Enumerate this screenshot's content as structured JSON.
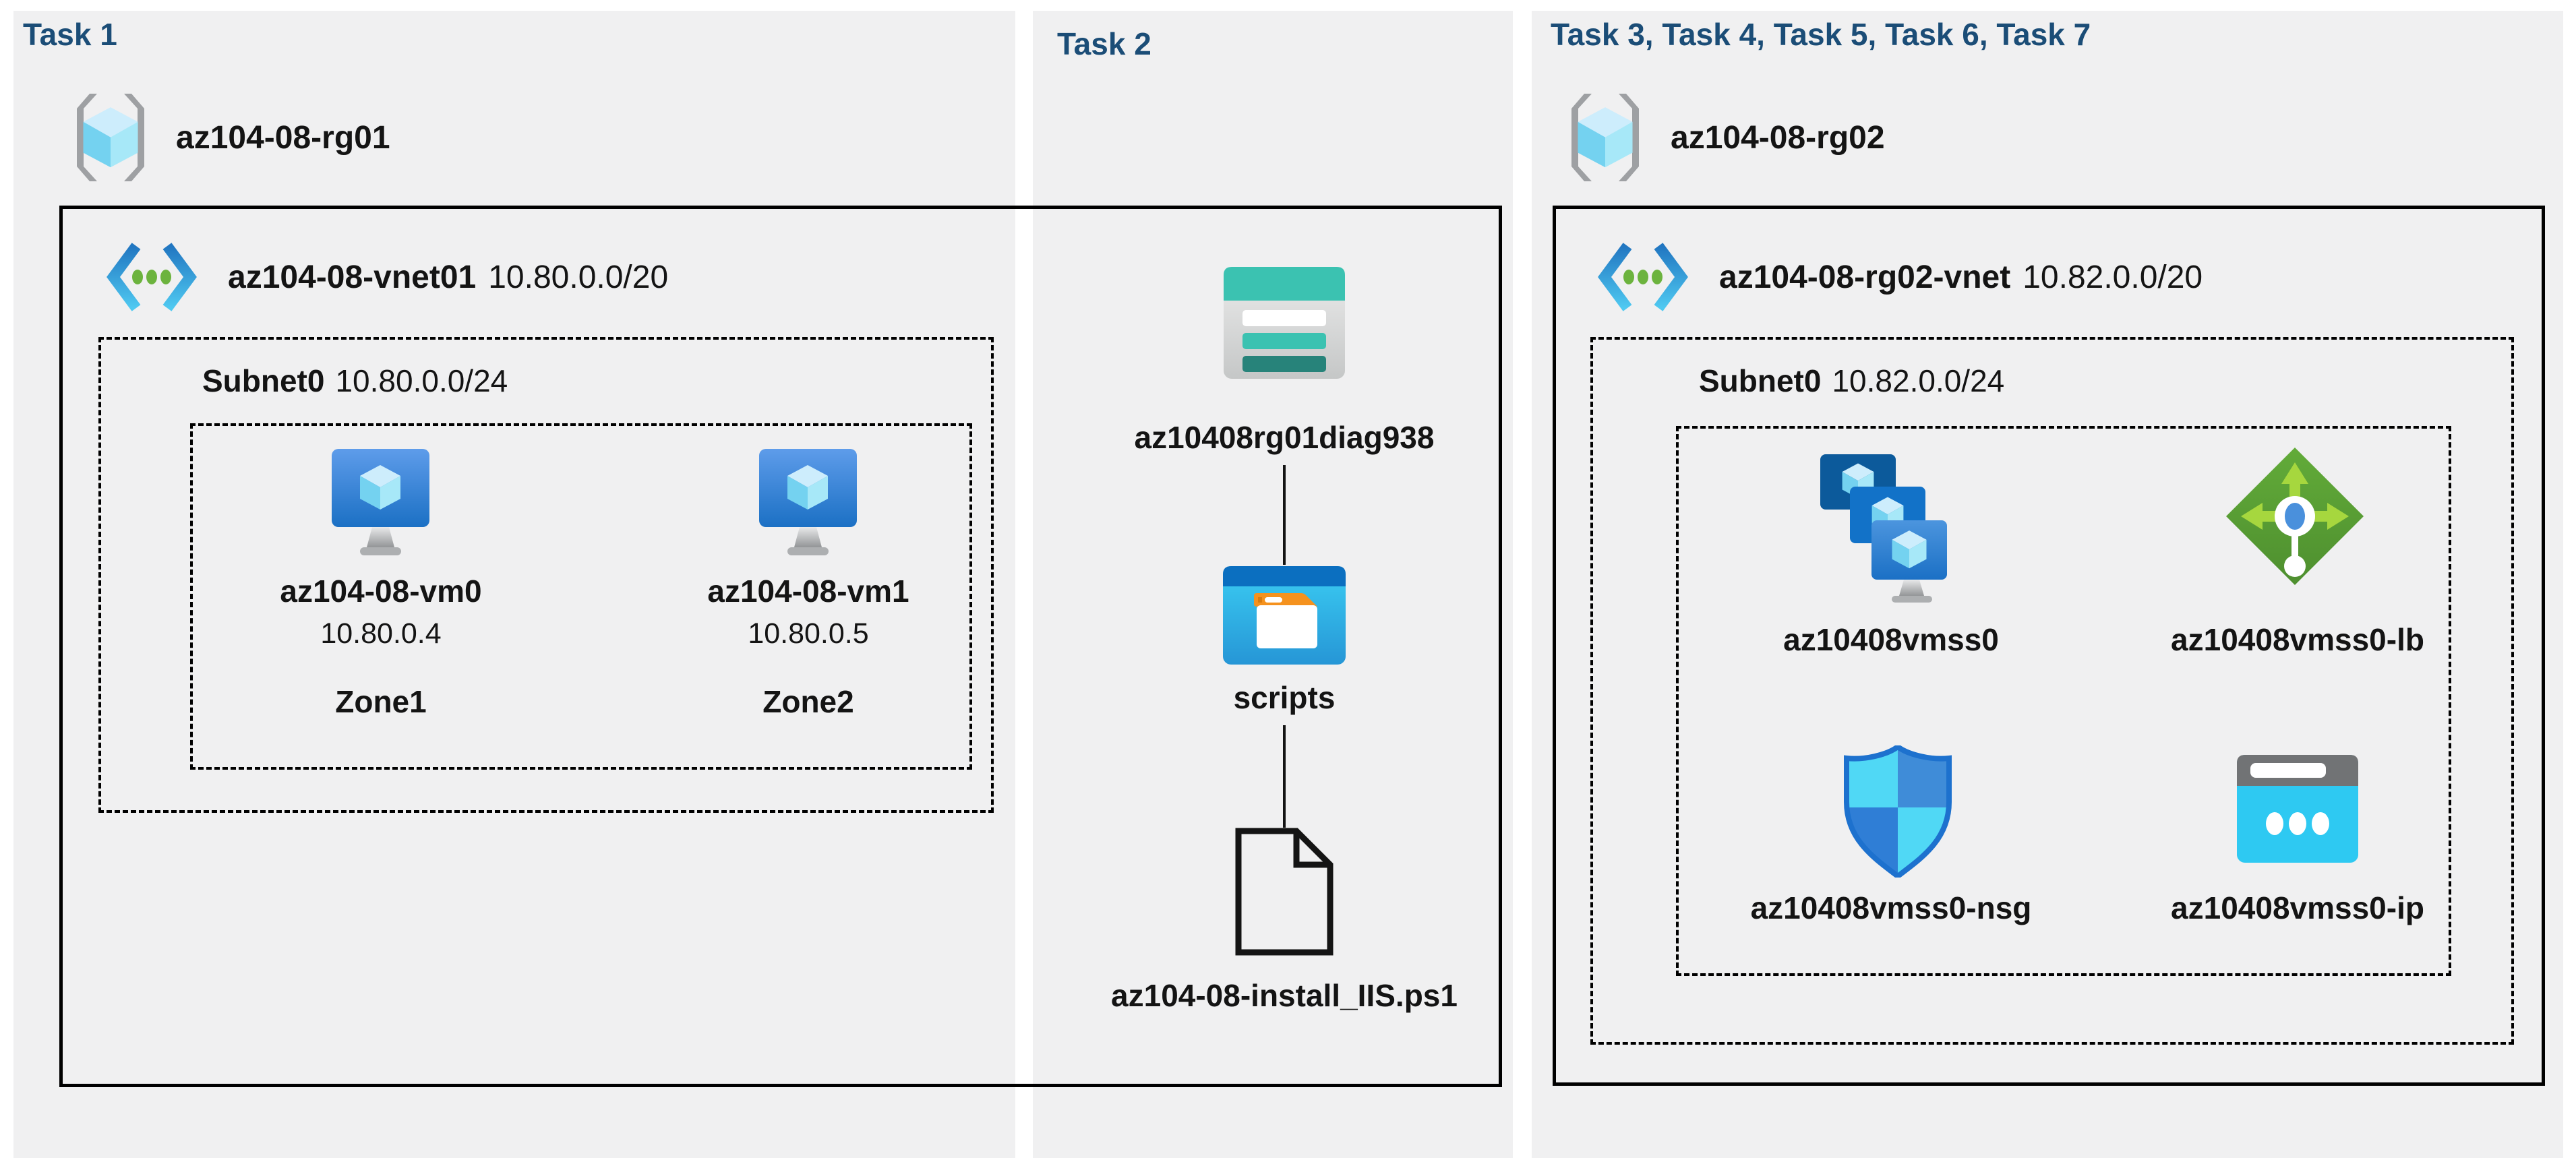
{
  "colors": {
    "background": "#ffffff",
    "panel_bg": "#f0f0f1",
    "task_header_blue": "#1b4d77",
    "border_black": "#000000",
    "storage_teal": "#3bc2b1",
    "storage_teal_dark": "#27837a",
    "vm_blue": "#1b70c4",
    "cyan": "#2ec9f2",
    "lb_green": "#5ba133",
    "folder_orange": "#f5921e"
  },
  "panels": [
    {
      "header": "Task 1",
      "resource_group": "az104-08-rg01",
      "vnet_name": "az104-08-vnet01",
      "vnet_cidr": "10.80.0.0/20",
      "subnet_name": "Subnet0",
      "subnet_cidr": "10.80.0.0/24",
      "vms": [
        {
          "name": "az104-08-vm0",
          "ip": "10.80.0.4",
          "zone": "Zone1"
        },
        {
          "name": "az104-08-vm1",
          "ip": "10.80.0.5",
          "zone": "Zone2"
        }
      ]
    },
    {
      "header": "Task 2",
      "storage_account": "az10408rg01diag938",
      "folder": "scripts",
      "script_file": "az104-08-install_IIS.ps1"
    },
    {
      "header": "Task 3, Task 4, Task 5, Task 6, Task 7",
      "resource_group": "az104-08-rg02",
      "vnet_name": "az104-08-rg02-vnet",
      "vnet_cidr": "10.82.0.0/20",
      "subnet_name": "Subnet0",
      "subnet_cidr": "10.82.0.0/24",
      "resources": [
        {
          "name": "az10408vmss0",
          "type": "vm-scale-set"
        },
        {
          "name": "az10408vmss0-lb",
          "type": "load-balancer"
        },
        {
          "name": "az10408vmss0-nsg",
          "type": "network-security-group"
        },
        {
          "name": "az10408vmss0-ip",
          "type": "public-ip"
        }
      ]
    }
  ]
}
